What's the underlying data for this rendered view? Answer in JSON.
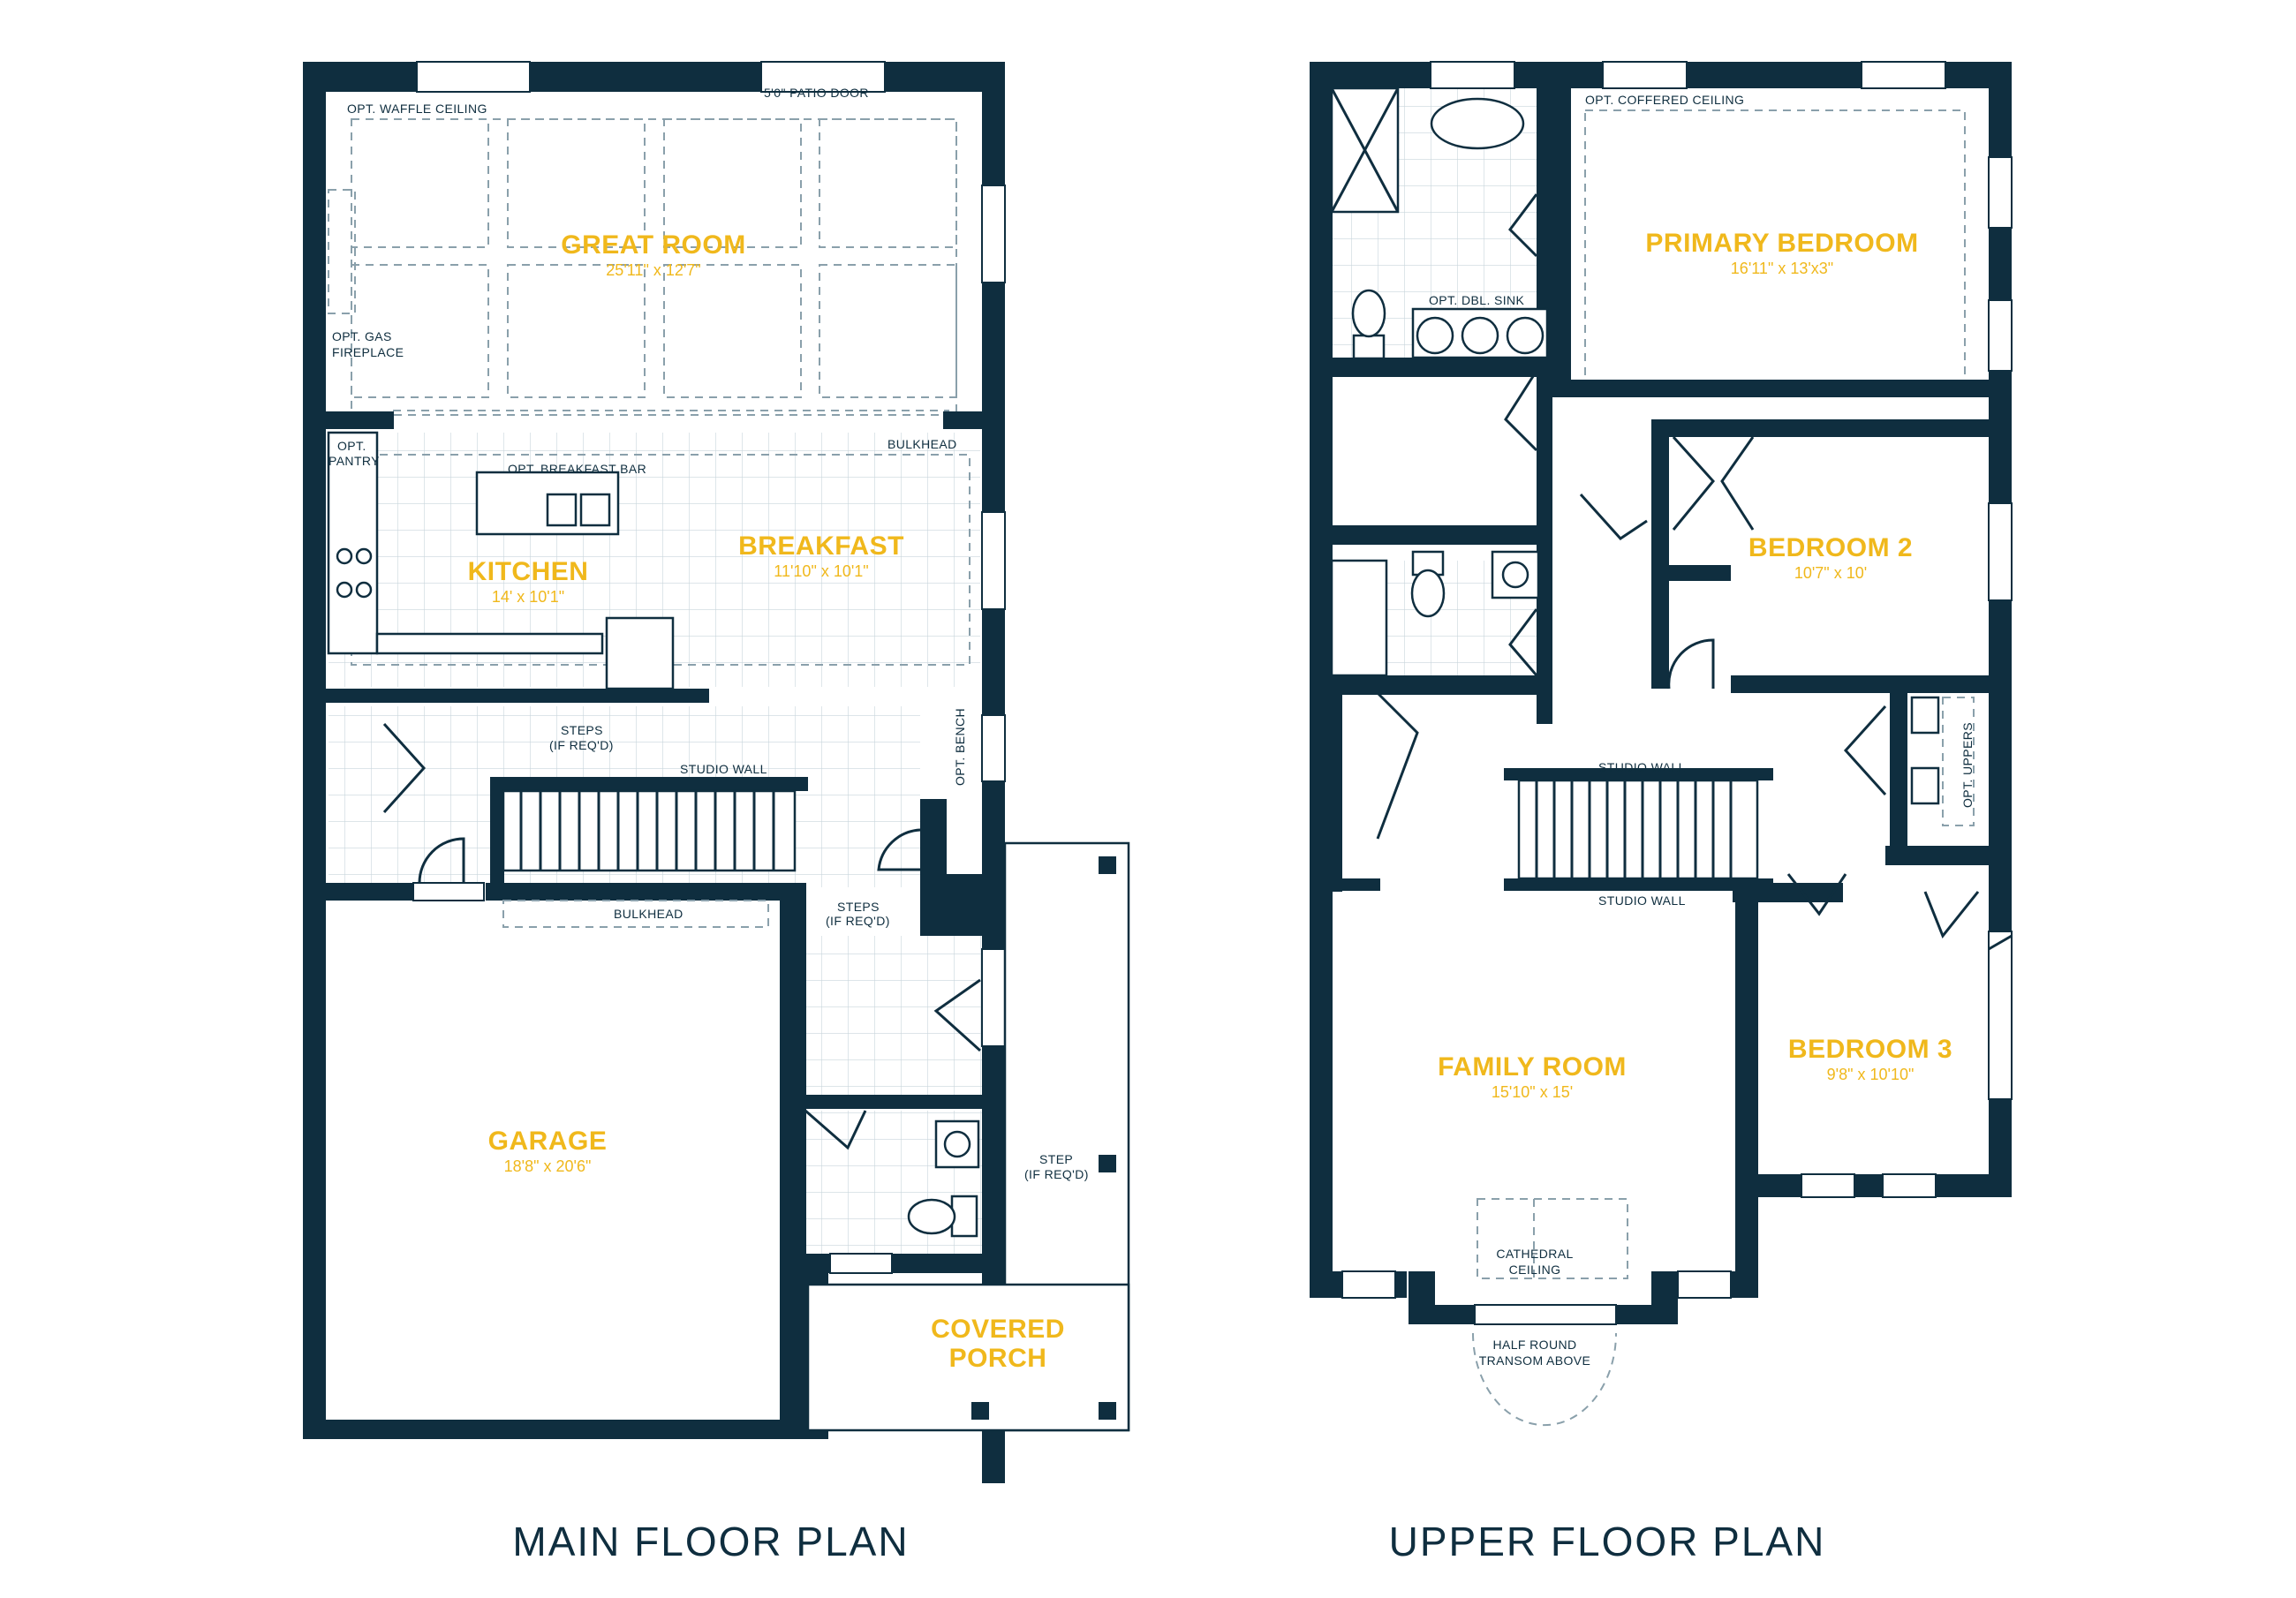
{
  "main_floor": {
    "caption": "MAIN FLOOR PLAN",
    "rooms": {
      "great_room": {
        "name": "GREAT ROOM",
        "dim": "25'11\" x 12'7\""
      },
      "kitchen": {
        "name": "KITCHEN",
        "dim": "14' x 10'1\""
      },
      "breakfast": {
        "name": "BREAKFAST",
        "dim": "11'10\" x 10'1\""
      },
      "garage": {
        "name": "GARAGE",
        "dim": "18'8\" x 20'6\""
      },
      "covered_porch": {
        "name_line1": "COVERED",
        "name_line2": "PORCH"
      }
    },
    "notes": {
      "waffle_ceiling": "OPT. WAFFLE CEILING",
      "patio_door": "5'0\" PATIO DOOR",
      "gas_fireplace_1": "OPT. GAS",
      "gas_fireplace_2": "FIREPLACE",
      "pantry_1": "OPT.",
      "pantry_2": "PANTRY",
      "breakfast_bar": "OPT. BREAKFAST BAR",
      "bulkhead_top": "BULKHEAD",
      "steps_1": "STEPS",
      "steps_2": "(IF REQ'D)",
      "studio_wall": "STUDIO WALL",
      "opt_bench": "OPT. BENCH",
      "bulkhead_garage": "BULKHEAD",
      "steps_b_1": "STEPS",
      "steps_b_2": "(IF REQ'D)",
      "step_porch_1": "STEP",
      "step_porch_2": "(IF REQ'D)"
    }
  },
  "upper_floor": {
    "caption": "UPPER FLOOR PLAN",
    "rooms": {
      "primary_bedroom": {
        "name": "PRIMARY BEDROOM",
        "dim": "16'11\" x 13'x3\""
      },
      "bedroom_2": {
        "name": "BEDROOM 2",
        "dim": "10'7\" x 10'"
      },
      "bedroom_3": {
        "name": "BEDROOM 3",
        "dim": "9'8\" x 10'10\""
      },
      "family_room": {
        "name": "FAMILY ROOM",
        "dim": "15'10\" x 15'"
      }
    },
    "notes": {
      "coffered_ceiling": "OPT. COFFERED CEILING",
      "dbl_sink": "OPT. DBL. SINK",
      "studio_wall_top": "STUDIO WALL",
      "studio_wall_bottom": "STUDIO WALL",
      "opt_uppers": "OPT. UPPERS",
      "cathedral_1": "CATHEDRAL",
      "cathedral_2": "CEILING",
      "half_round_1": "HALF ROUND",
      "half_round_2": "TRANSOM ABOVE"
    }
  },
  "colors": {
    "wall": "#0f2e3f",
    "label": "#f0b81c",
    "tile": "#c9d6dc"
  }
}
